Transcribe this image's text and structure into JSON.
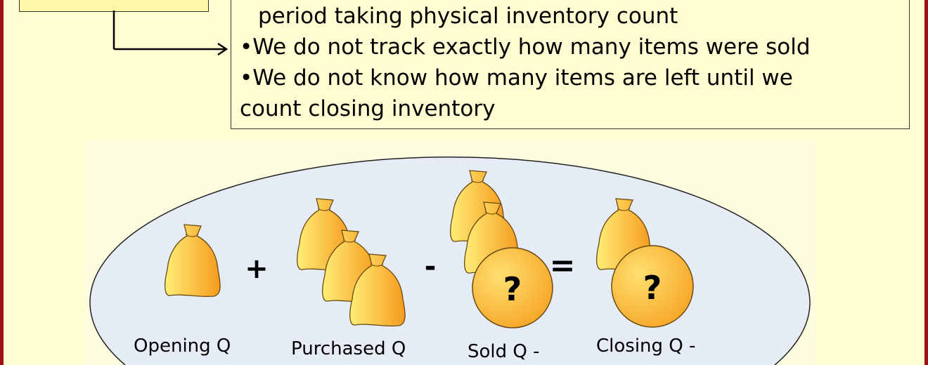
{
  "text_box": {
    "lines": [
      "period taking physical inventory count",
      "•We do not track exactly how many items were sold",
      "•We do not know how many items are left until we",
      "count closing inventory"
    ]
  },
  "diagram": {
    "operators": {
      "plus": "+",
      "minus": "-",
      "equals": "="
    },
    "unknown_symbol": "?",
    "labels": [
      "Opening Q",
      "Purchased Q",
      "Sold Q -",
      "Closing Q -"
    ]
  },
  "colors": {
    "frame": "#a01010",
    "background": "#fffdd2",
    "ellipse": "#e6ecf6",
    "bag_light": "#ffec70",
    "bag_dark": "#f7a020"
  }
}
